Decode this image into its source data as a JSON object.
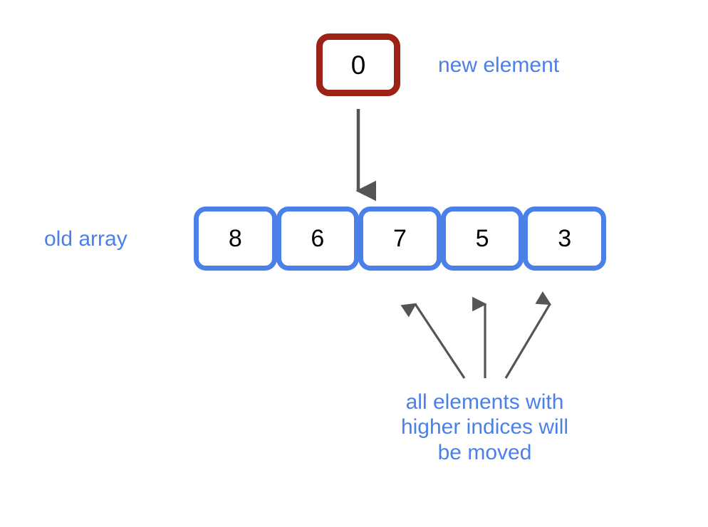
{
  "diagram": {
    "new_element": {
      "value": "0",
      "label": "new element",
      "border_color": "#9c2217"
    },
    "old_array": {
      "label": "old array",
      "values": [
        "8",
        "6",
        "7",
        "5",
        "3"
      ],
      "border_color": "#4a80e8"
    },
    "moved_caption": {
      "line1": "all elements with",
      "line2": "higher indices will",
      "line3": "be moved",
      "color": "#4a80e8"
    },
    "arrows": {
      "insert_arrow_name": "insert-arrow-down",
      "shift_arrow_left_name": "shift-arrow-left",
      "shift_arrow_mid_name": "shift-arrow-middle",
      "shift_arrow_right_name": "shift-arrow-right",
      "color": "#555555"
    }
  }
}
